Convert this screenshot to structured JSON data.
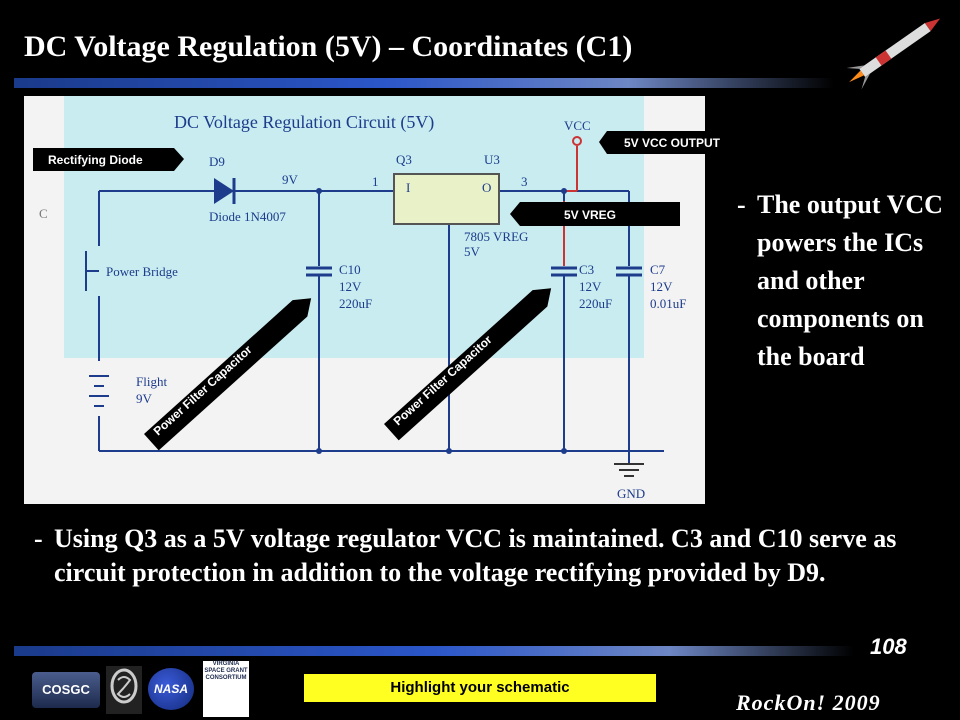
{
  "slide": {
    "title": "DC Voltage Regulation (5V) – Coordinates (C1)",
    "page_number": "108",
    "footer_brand": "RockOn! 2009",
    "highlight_button": "Highlight your schematic"
  },
  "schematic": {
    "heading": "DC Voltage Regulation Circuit (5V)",
    "labels": {
      "d9": "D9",
      "diode": "Diode 1N4007",
      "v9": "9V",
      "q3": "Q3",
      "u3": "U3",
      "vcc": "VCC",
      "pin1": "1",
      "pin3": "3",
      "pin_i": "I",
      "pin_o": "O",
      "reg": "7805 VREG",
      "reg_v": "5V",
      "c10_name": "C10",
      "c10_v": "12V",
      "c10_val": "220uF",
      "c3_name": "C3",
      "c3_v": "12V",
      "c3_val": "220uF",
      "c7_name": "C7",
      "c7_v": "12V",
      "c7_val": "0.01uF",
      "power_bridge": "Power Bridge",
      "flight": "Flight",
      "flight_v": "9V",
      "gnd": "GND",
      "side_c": "C"
    },
    "callouts": {
      "rectifying_diode": "Rectifying Diode",
      "vcc_output": "5V VCC OUTPUT",
      "vreg": "5V VREG",
      "filter_cap_left": "Power Filter Capacitor",
      "filter_cap_right": "Power Filter Capacitor"
    }
  },
  "content": {
    "right_dash": "-",
    "right_bullet": "The output VCC powers the ICs and other components on the board",
    "bottom_dash": "-",
    "bottom_bullet": "Using Q3 as a 5V voltage regulator VCC is maintained.  C3 and C10 serve as circuit protection in addition to the voltage rectifying provided by D9."
  },
  "logos": {
    "cosgc": "COSGC",
    "nasa": "NASA",
    "virginia": "VIRGINIA SPACE GRANT CONSORTIUM"
  }
}
